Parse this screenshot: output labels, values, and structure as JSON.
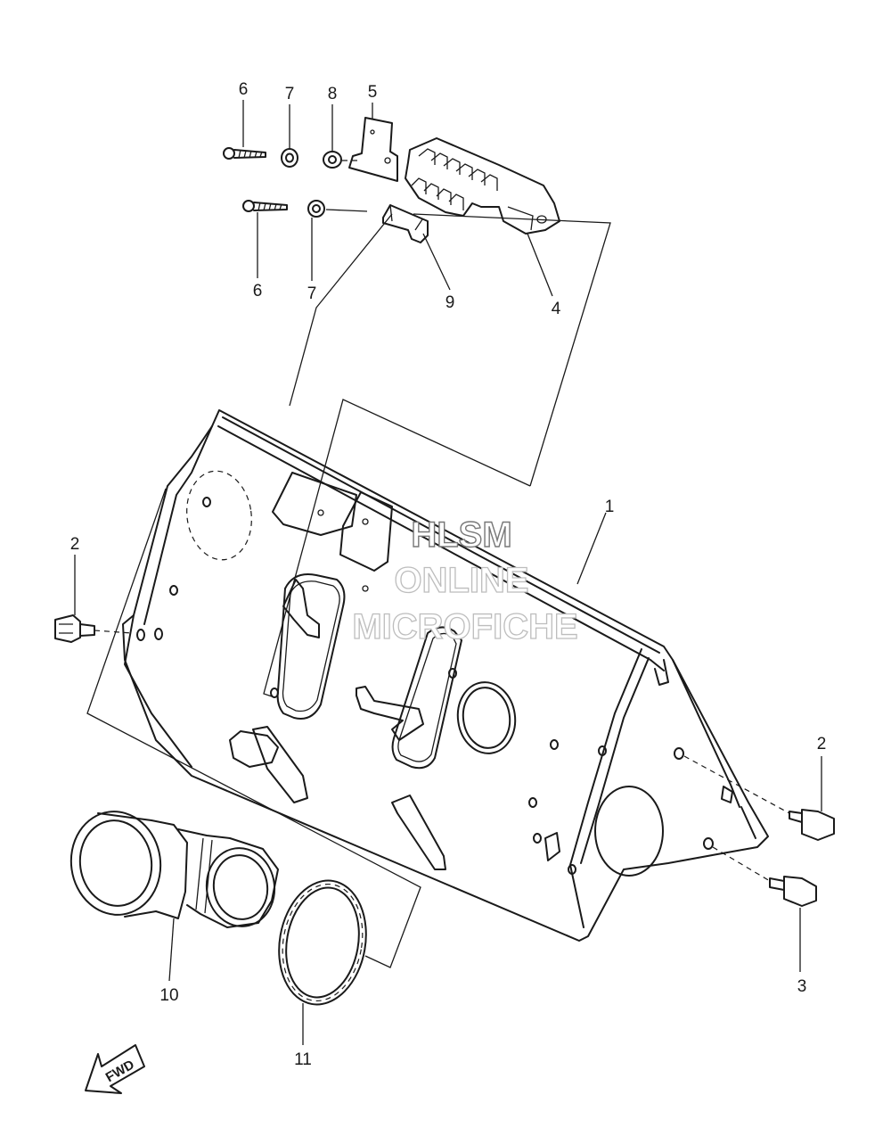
{
  "watermark": {
    "line1": "HLSM",
    "line2": "ONLINE",
    "line3": "MICROFICHE"
  },
  "direction_arrow": {
    "label": "FWD",
    "icon": "forward-arrow-icon"
  },
  "callouts": [
    {
      "id": "c6a",
      "label": "6"
    },
    {
      "id": "c7a",
      "label": "7"
    },
    {
      "id": "c8",
      "label": "8"
    },
    {
      "id": "c5",
      "label": "5"
    },
    {
      "id": "c6b",
      "label": "6"
    },
    {
      "id": "c7b",
      "label": "7"
    },
    {
      "id": "c9",
      "label": "9"
    },
    {
      "id": "c4",
      "label": "4"
    },
    {
      "id": "c1",
      "label": "1"
    },
    {
      "id": "c2a",
      "label": "2"
    },
    {
      "id": "c2b",
      "label": "2"
    },
    {
      "id": "c3",
      "label": "3"
    },
    {
      "id": "c10",
      "label": "10"
    },
    {
      "id": "c11",
      "label": "11"
    }
  ]
}
